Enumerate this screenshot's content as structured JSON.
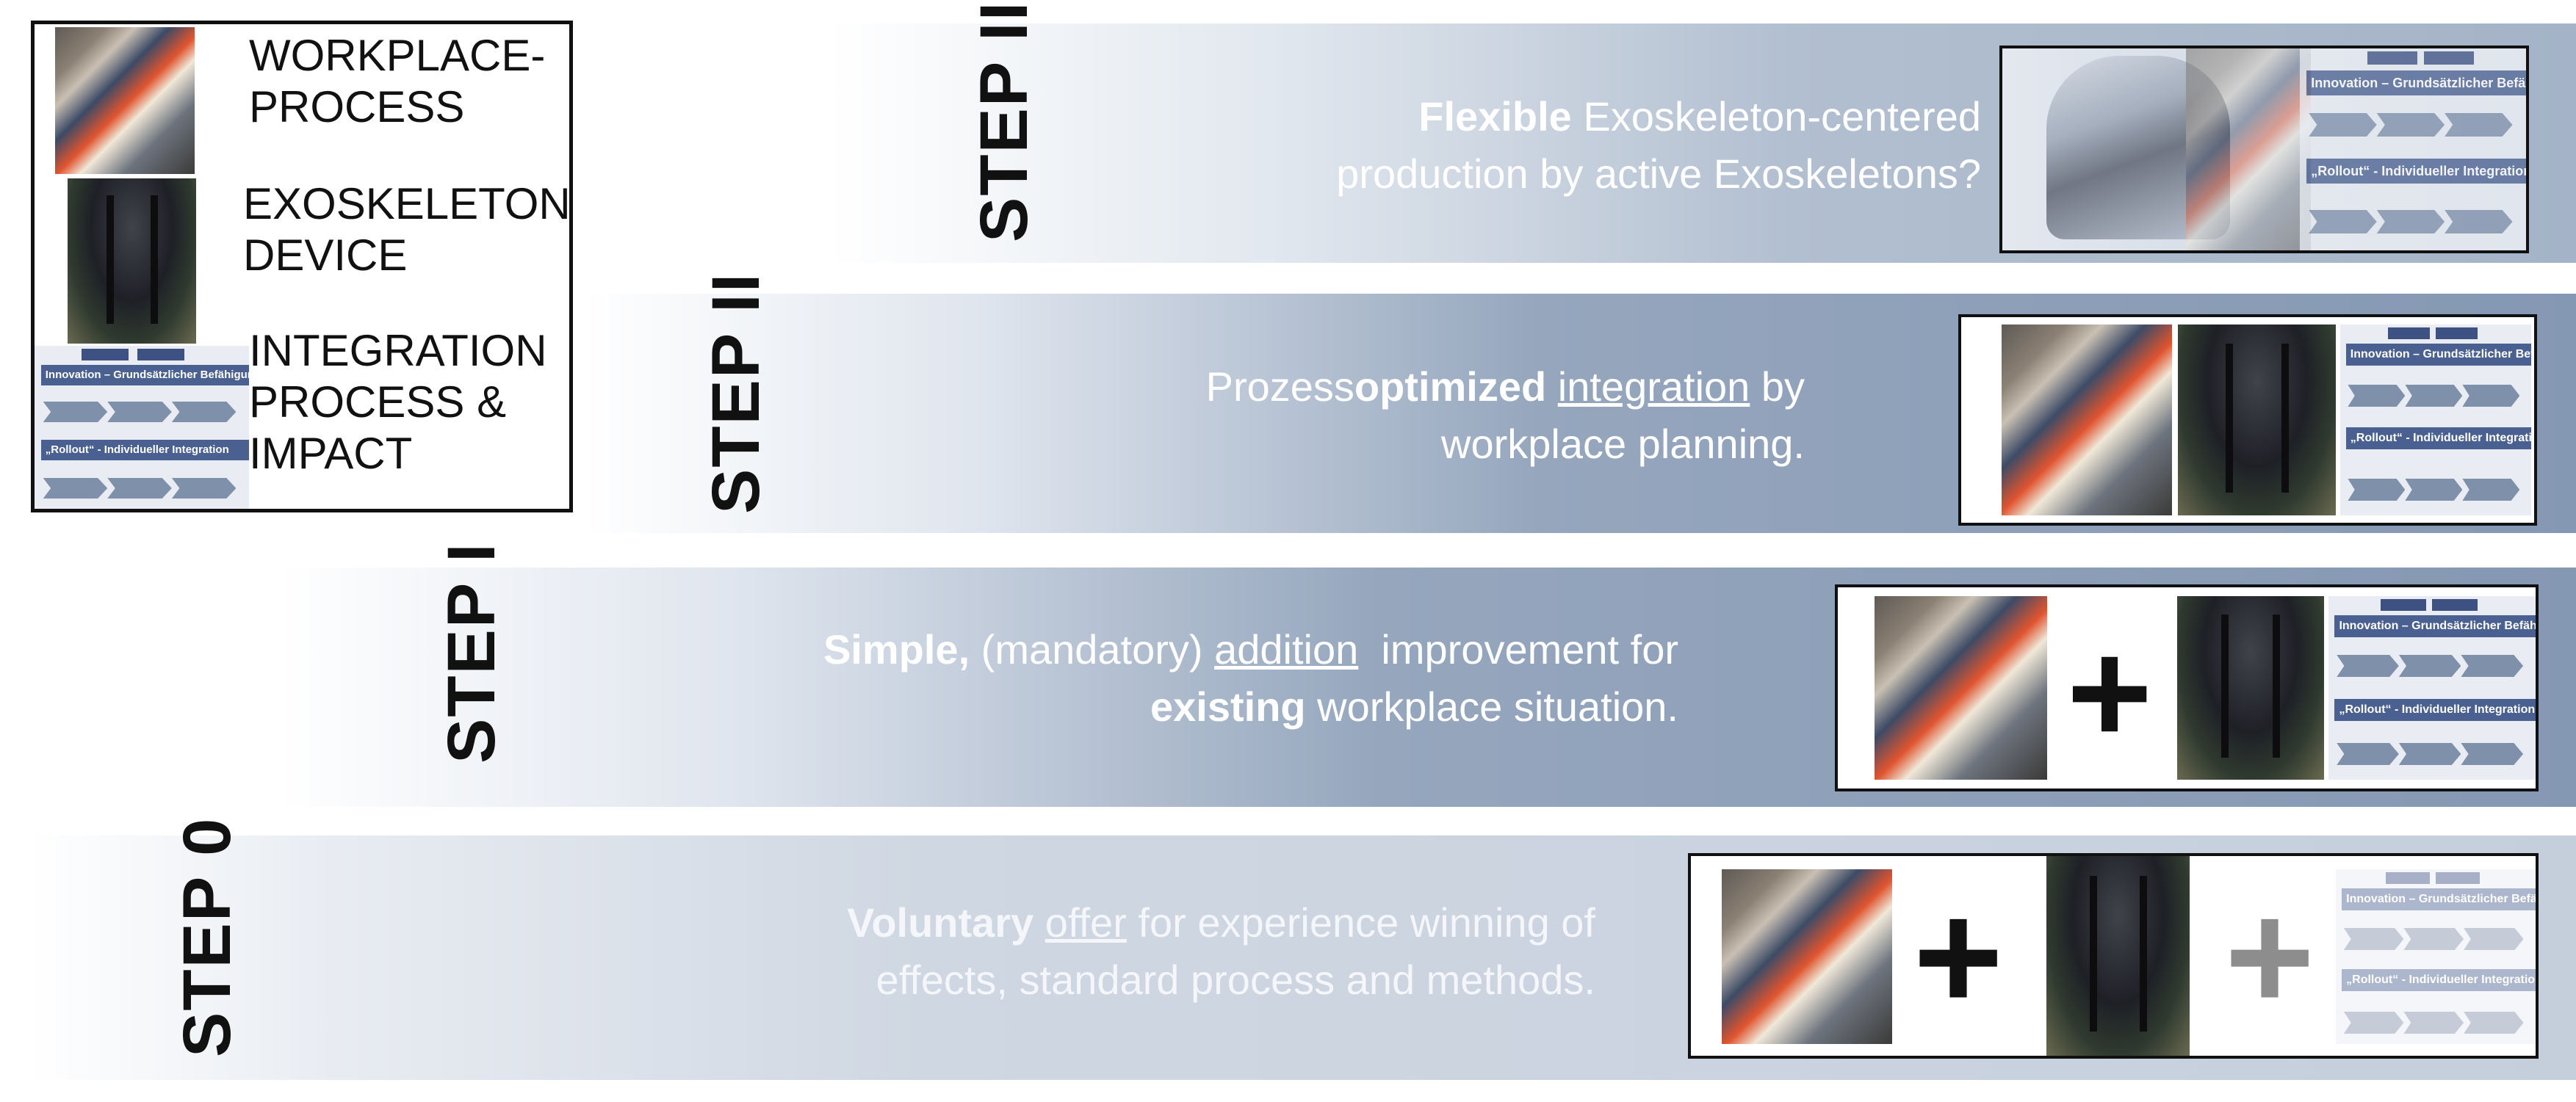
{
  "legend": {
    "items": [
      {
        "lines": [
          "WORKPLACE-",
          "PROCESS"
        ]
      },
      {
        "lines": [
          "EXOSKELETON-",
          "DEVICE"
        ]
      },
      {
        "lines": [
          "INTEGRATION",
          "PROCESS &",
          "IMPACT"
        ]
      }
    ]
  },
  "steps": [
    {
      "label": "STEP III",
      "desc": [
        [
          {
            "t": "Flexible",
            "b": true
          },
          {
            "t": " Exoskeleton-centered"
          }
        ],
        [
          {
            "t": "production by active Exoskeletons?"
          }
        ]
      ]
    },
    {
      "label": "STEP II",
      "desc": [
        [
          {
            "t": "Prozess"
          },
          {
            "t": "optimized",
            "b": true
          },
          {
            "t": " "
          },
          {
            "t": "integration",
            "u": true
          },
          {
            "t": " by"
          }
        ],
        [
          {
            "t": "workplace planning."
          }
        ]
      ]
    },
    {
      "label": "STEP I",
      "desc": [
        [
          {
            "t": "Simple,",
            "b": true
          },
          {
            "t": " (mandatory) "
          },
          {
            "t": "addition",
            "u": true
          },
          {
            "t": "  improvement for"
          }
        ],
        [
          {
            "t": "existing",
            "b": true
          },
          {
            "t": " workplace situation."
          }
        ]
      ]
    },
    {
      "label": "STEP 0",
      "desc": [
        [
          {
            "t": "Voluntary",
            "b": true
          },
          {
            "t": " "
          },
          {
            "t": "offer",
            "u": true
          },
          {
            "t": " for experience winning of"
          }
        ],
        [
          {
            "t": "effects, standard process and methods."
          }
        ]
      ]
    }
  ],
  "plus_sign": "+",
  "process_thumb": {
    "bar1": "Innovation – Grundsätzlicher Befähigung",
    "bar2": "„Rollout“ - Individueller Integration"
  },
  "colors": {
    "band_dark": "#8598b3",
    "band_light": "#c5cfdc",
    "text_light": "#ffffff"
  }
}
